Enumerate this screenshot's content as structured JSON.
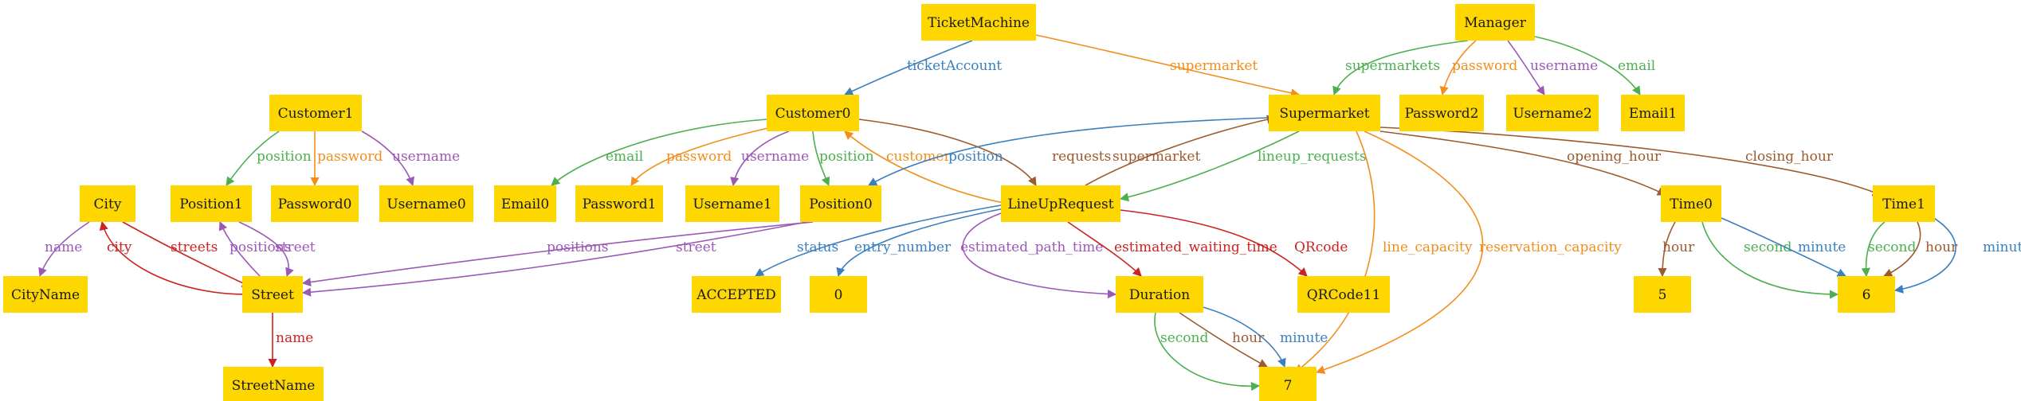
{
  "colors": {
    "node_fill": "#ffd700",
    "green": "#4caf50",
    "orange": "#f28e1c",
    "purple": "#9b59b6",
    "blue": "#3a7fbf",
    "brown": "#9c5a2e",
    "red": "#cc2222"
  },
  "nodes": {
    "ticketmachine": "TicketMachine",
    "manager": "Manager",
    "customer1": "Customer1",
    "customer0": "Customer0",
    "supermarket": "Supermarket",
    "password2": "Password2",
    "username2": "Username2",
    "email1": "Email1",
    "city": "City",
    "position1": "Position1",
    "password0": "Password0",
    "username0": "Username0",
    "email0": "Email0",
    "password1": "Password1",
    "username1": "Username1",
    "position0": "Position0",
    "lineuprequest": "LineUpRequest",
    "time0": "Time0",
    "time1": "Time1",
    "cityname": "CityName",
    "street": "Street",
    "accepted": "ACCEPTED",
    "zero": "0",
    "duration": "Duration",
    "qrcode11": "QRCode11",
    "five": "5",
    "six": "6",
    "streetname": "StreetName",
    "seven": "7"
  },
  "edges": {
    "ticketaccount": "ticketAccount",
    "tm_supermarket": "supermarket",
    "mgr_supermarkets": "supermarkets",
    "mgr_password": "password",
    "mgr_username": "username",
    "mgr_email": "email",
    "c1_position": "position",
    "c1_password": "password",
    "c1_username": "username",
    "c0_email": "email",
    "c0_password": "password",
    "c0_username": "username",
    "c0_position": "position",
    "c0_requests": "requests",
    "lur_customer": "customer",
    "sm_position": "position",
    "lur_supermarket": "supermarket",
    "sm_lineup_requests": "lineup_requests",
    "sm_opening_hour": "opening_hour",
    "sm_closing_hour": "closing_hour",
    "city_name": "name",
    "street_city": "city",
    "city_streets": "streets",
    "street_positions": "positions",
    "pos1_street": "street",
    "pos0_positions": "positions",
    "pos0_street": "street",
    "lur_status": "status",
    "lur_entry_number": "entry_number",
    "lur_estimated_path_time": "estimated_path_time",
    "lur_estimated_waiting_time": "estimated_waiting_time",
    "lur_qrcode": "QRcode",
    "sm_line_capacity": "line_capacity",
    "sm_reservation_capacity": "reservation_capacity",
    "t0_hour": "hour",
    "t0_second": "second",
    "t0_minute": "minute",
    "t1_second": "second",
    "t1_hour": "hour",
    "t1_minute": "minute",
    "street_name": "name",
    "dur_second": "second",
    "dur_hour": "hour",
    "dur_minute": "minute"
  }
}
